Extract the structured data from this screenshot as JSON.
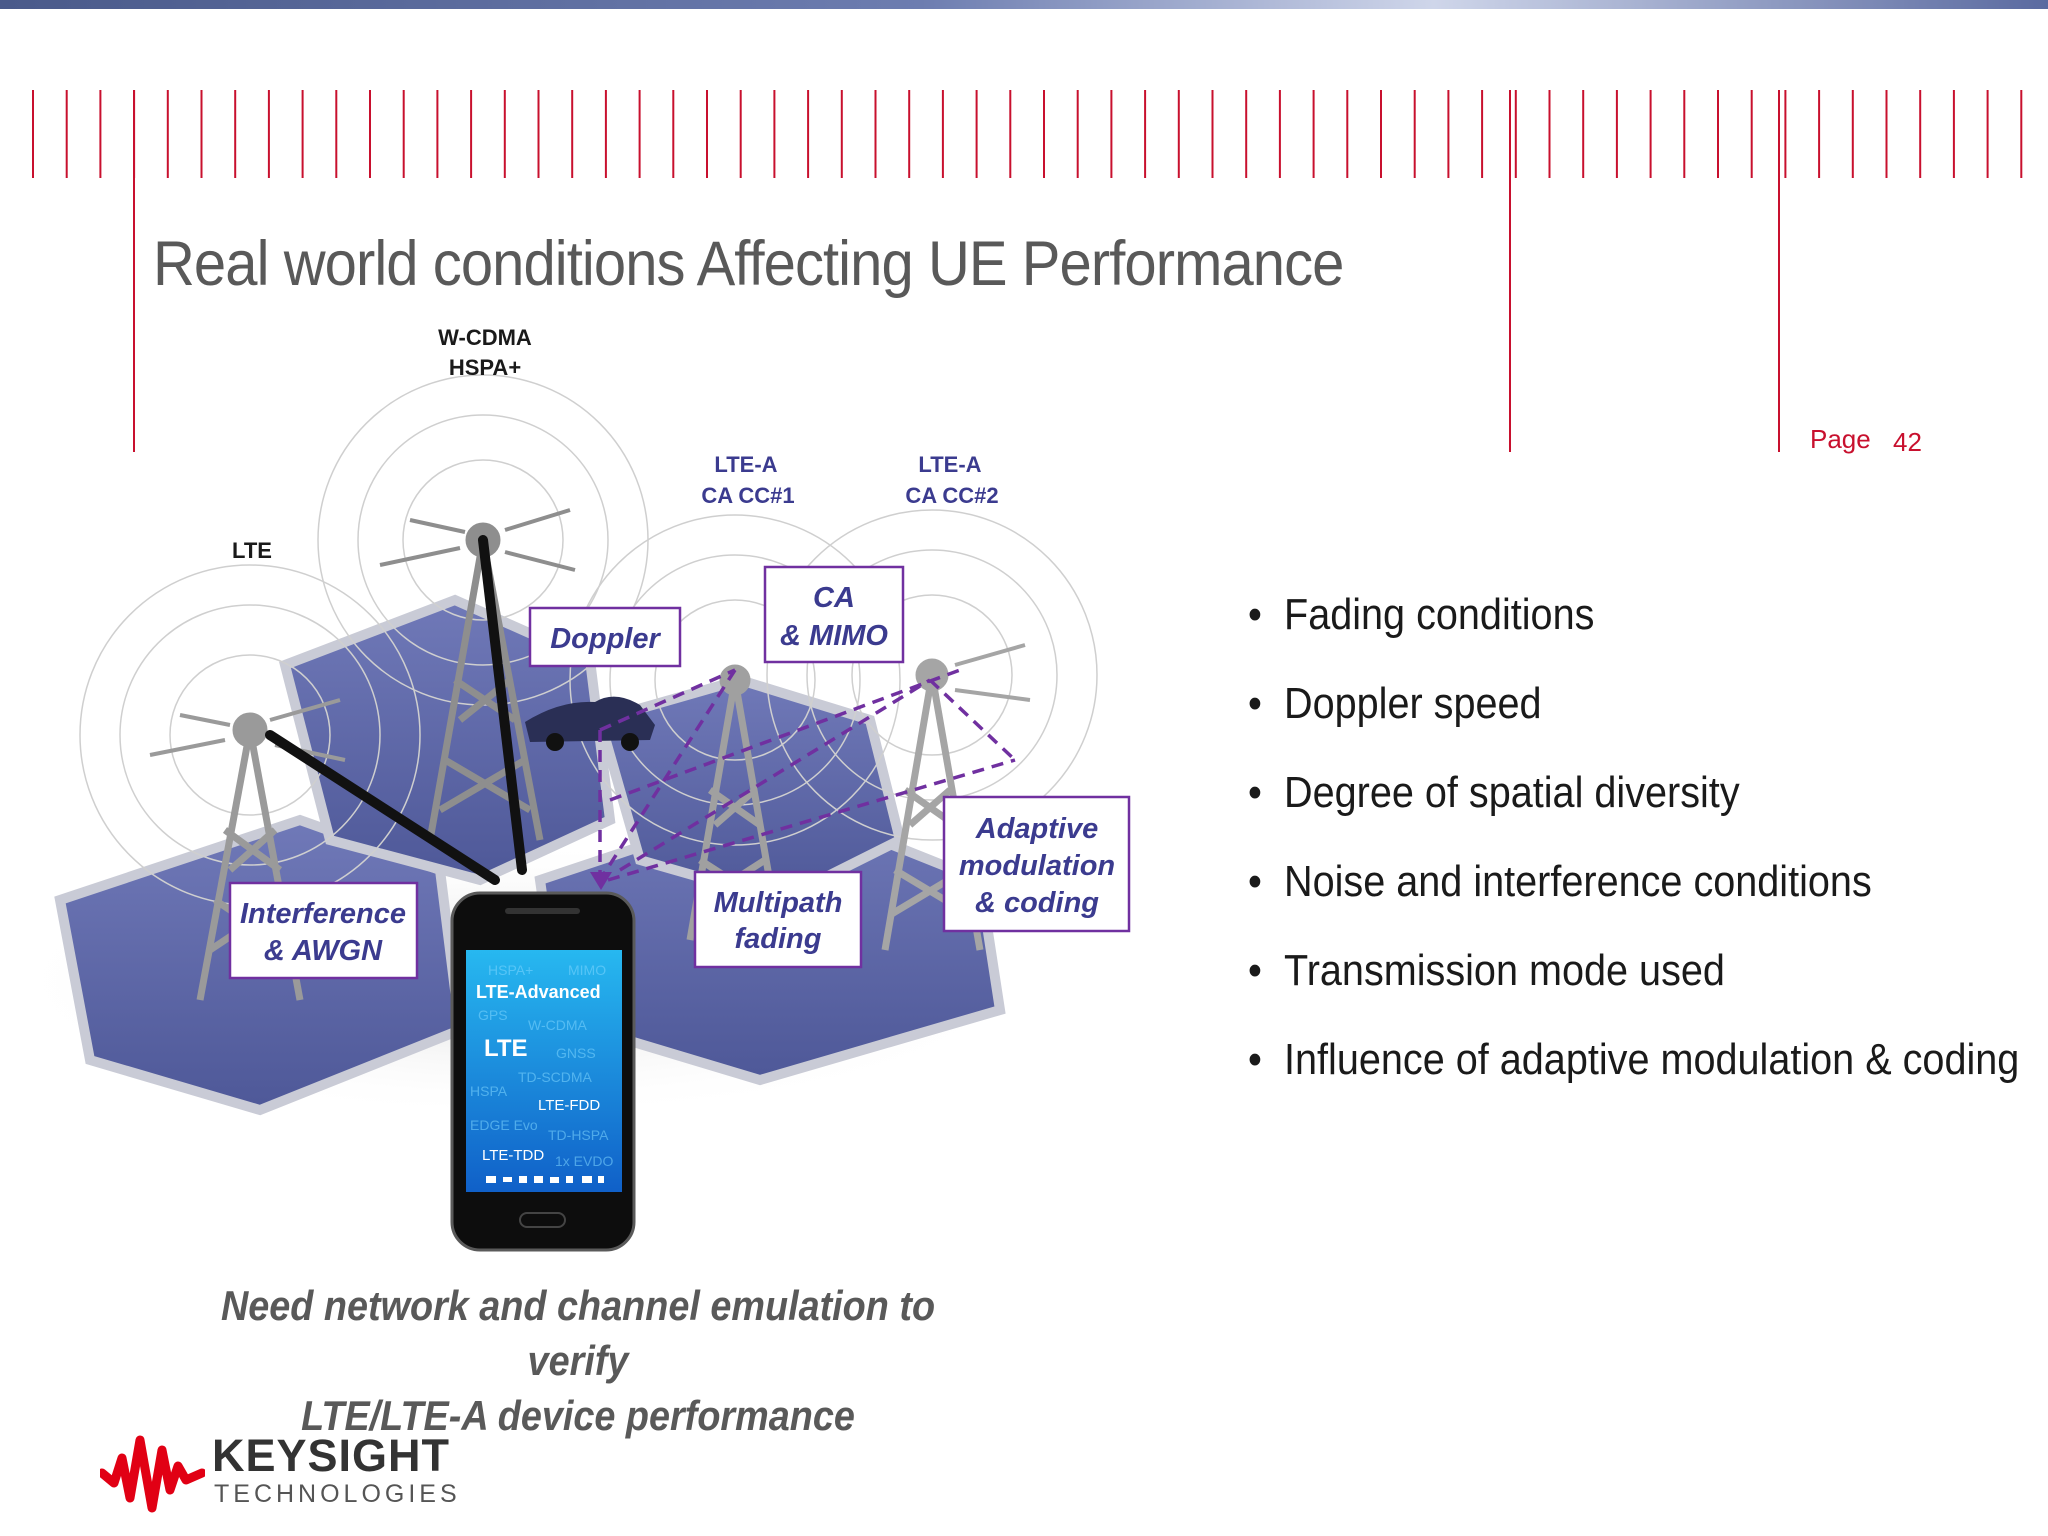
{
  "slide": {
    "title": "Real world conditions Affecting UE Performance",
    "page_label": "Page",
    "page_number": "42"
  },
  "diagram": {
    "tower_labels": {
      "lte": "LTE",
      "wcdma_line1": "W-CDMA",
      "wcdma_line2": "HSPA+",
      "cc1_line1": "LTE-A",
      "cc1_line2": "CA CC#1",
      "cc2_line1": "LTE-A",
      "cc2_line2": "CA CC#2"
    },
    "callouts": {
      "doppler": "Doppler",
      "ca_line1": "CA",
      "ca_line2": "& MIMO",
      "interference_line1": "Interference",
      "interference_line2": "& AWGN",
      "multipath_line1": "Multipath",
      "multipath_line2": "fading",
      "adaptive_line1": "Adaptive",
      "adaptive_line2": "modulation",
      "adaptive_line3": "& coding"
    },
    "phone_screen": {
      "lte_advanced": "LTE-Advanced",
      "lte": "LTE",
      "lte_fdd": "LTE-FDD",
      "lte_tdd": "LTE-TDD",
      "faded": [
        "HSPA+",
        "MIMO",
        "GPS",
        "W-CDMA",
        "GNSS",
        "TD-SCDMA",
        "HSPA",
        "EDGE Evo",
        "TD-HSPA",
        "1x EVDO"
      ]
    },
    "colors": {
      "accent_red": "#c8102e",
      "callout_border": "#7030a0",
      "callout_text": "#3b3b8f",
      "ground": "#5b66a8"
    }
  },
  "bullets": [
    "Fading conditions",
    "Doppler speed",
    "Degree of spatial diversity",
    "Noise and interference conditions",
    "Transmission mode used",
    "Influence of adaptive modulation & coding"
  ],
  "caption": {
    "line1": "Need network and channel emulation to verify",
    "line2": "LTE/LTE-A device performance"
  },
  "logo": {
    "word": "KEYSIGHT",
    "sub": "TECHNOLOGIES"
  }
}
